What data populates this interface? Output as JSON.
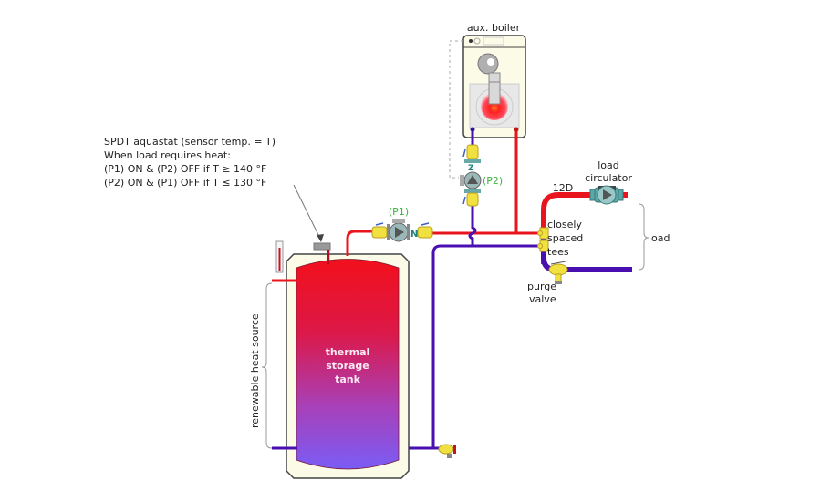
{
  "diagram": {
    "aquastat_note": {
      "line1": "SPDT aquastat (sensor temp. = T)",
      "line2": "When load requires heat:",
      "line3": "(P1) ON & (P2) OFF if T ≥ 140 °F",
      "line4": "(P2) ON & (P1) OFF if T ≤ 130 °F"
    },
    "labels": {
      "aux_boiler": "aux. boiler",
      "p1": "(P1)",
      "p2": "(P2)",
      "load_circulator_1": "load",
      "load_circulator_2": "circulator",
      "pipe_size": "12D",
      "tees_1": "closely",
      "tees_2": "spaced",
      "tees_3": "tees",
      "load": "load",
      "purge_1": "purge",
      "purge_2": "valve",
      "tank_1": "thermal",
      "tank_2": "storage",
      "tank_3": "tank",
      "renewable": "renewable heat source"
    },
    "colors": {
      "supply": "#e8141e",
      "return": "#4a0fb0",
      "tank_top": "#f2101c",
      "tank_bottom": "#7a5cf5",
      "jacket": "#fbfbe8",
      "valve_brass": "#f0e040",
      "pump_body": "#5aa8a8",
      "label_green": "#3cb43c"
    }
  }
}
